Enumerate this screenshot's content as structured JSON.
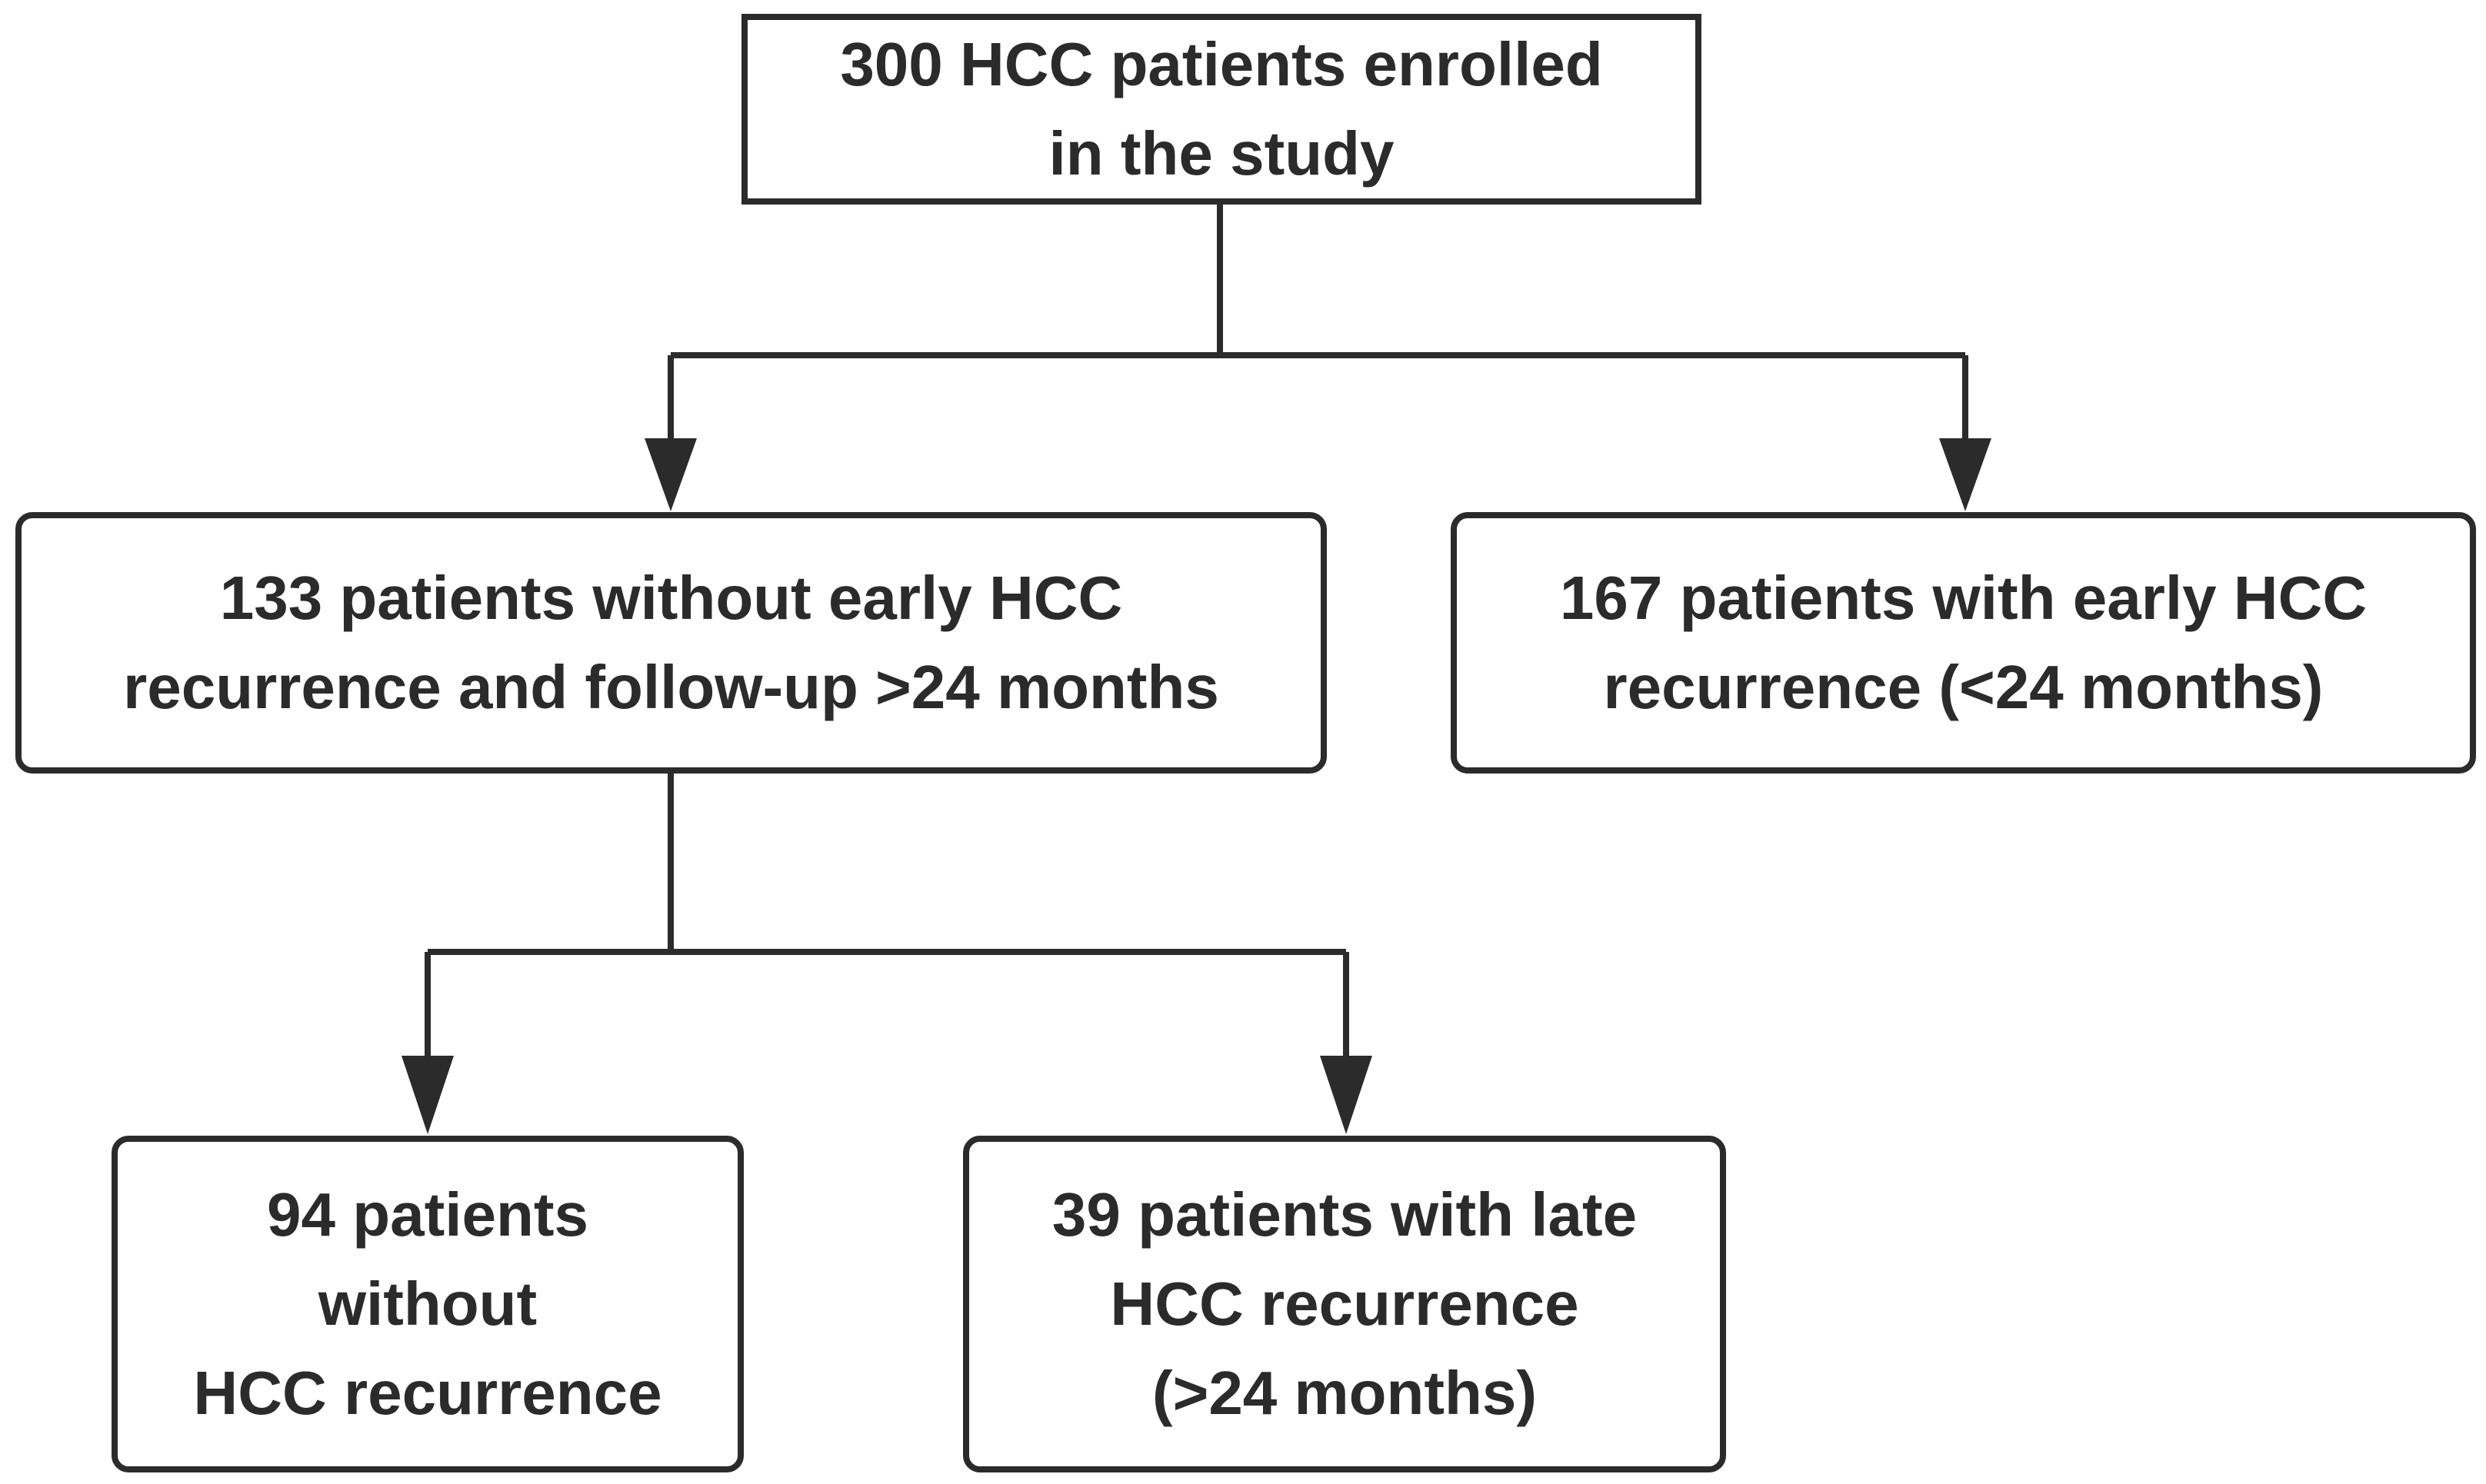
{
  "diagram": {
    "colors": {
      "stroke": "#2b2b2b",
      "fill": "#ffffff"
    },
    "nodes": {
      "enrolled": {
        "lines": [
          "300 HCC patients enrolled",
          "in the study"
        ]
      },
      "without_early": {
        "lines": [
          "133 patients without early HCC",
          "recurrence and follow-up >24 months"
        ]
      },
      "with_early": {
        "lines": [
          "167 patients with early HCC",
          "recurrence (<24 months)"
        ]
      },
      "no_recurrence": {
        "lines": [
          "94 patients",
          "without",
          "HCC recurrence"
        ]
      },
      "late_recurrence": {
        "lines": [
          "39 patients with late",
          "HCC recurrence",
          "(>24 months)"
        ]
      }
    },
    "edges": [
      {
        "from": "enrolled",
        "to": "without_early"
      },
      {
        "from": "enrolled",
        "to": "with_early"
      },
      {
        "from": "without_early",
        "to": "no_recurrence"
      },
      {
        "from": "without_early",
        "to": "late_recurrence"
      }
    ]
  }
}
